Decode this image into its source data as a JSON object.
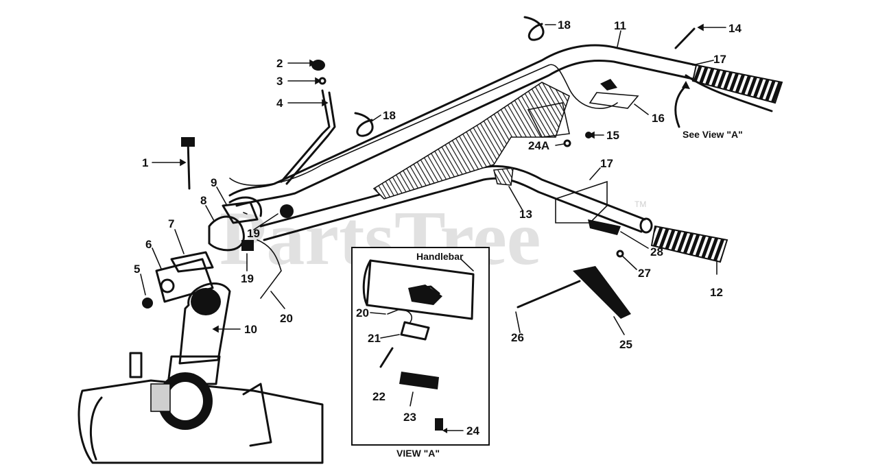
{
  "watermark": {
    "text": "PartsTree",
    "tm": "TM"
  },
  "callouts": [
    {
      "id": "1",
      "label": "1"
    },
    {
      "id": "2",
      "label": "2"
    },
    {
      "id": "3",
      "label": "3"
    },
    {
      "id": "4",
      "label": "4"
    },
    {
      "id": "5",
      "label": "5"
    },
    {
      "id": "6",
      "label": "6"
    },
    {
      "id": "7",
      "label": "7"
    },
    {
      "id": "8",
      "label": "8"
    },
    {
      "id": "9",
      "label": "9"
    },
    {
      "id": "10",
      "label": "10"
    },
    {
      "id": "11",
      "label": "11"
    },
    {
      "id": "12",
      "label": "12"
    },
    {
      "id": "13",
      "label": "13"
    },
    {
      "id": "14",
      "label": "14"
    },
    {
      "id": "15",
      "label": "15"
    },
    {
      "id": "16",
      "label": "16"
    },
    {
      "id": "17a",
      "label": "17"
    },
    {
      "id": "17b",
      "label": "17"
    },
    {
      "id": "18a",
      "label": "18"
    },
    {
      "id": "18b",
      "label": "18"
    },
    {
      "id": "19a",
      "label": "19"
    },
    {
      "id": "19b",
      "label": "19"
    },
    {
      "id": "20",
      "label": "20"
    },
    {
      "id": "24A",
      "label": "24A"
    },
    {
      "id": "25",
      "label": "25"
    },
    {
      "id": "26",
      "label": "26"
    },
    {
      "id": "27",
      "label": "27"
    },
    {
      "id": "28",
      "label": "28"
    }
  ],
  "see_view": "See View \"A\"",
  "inset": {
    "title": "VIEW \"A\"",
    "handlebar_label": "Handlebar",
    "callouts": [
      {
        "id": "20",
        "label": "20"
      },
      {
        "id": "21",
        "label": "21"
      },
      {
        "id": "22",
        "label": "22"
      },
      {
        "id": "23",
        "label": "23"
      },
      {
        "id": "24",
        "label": "24"
      }
    ]
  }
}
